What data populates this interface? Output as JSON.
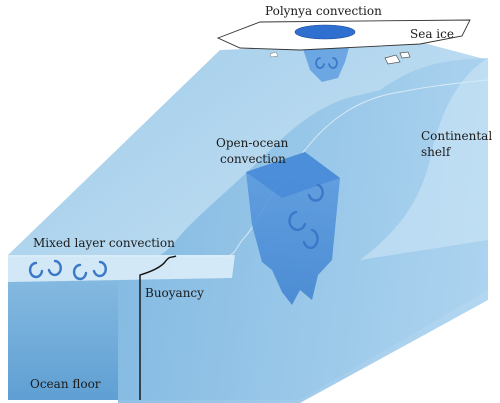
{
  "labels": {
    "polynya": "Polynya convection",
    "sea_ice": "Sea ice",
    "open_ocean_line1": "Open-ocean",
    "open_ocean_line2": "convection",
    "continental_line1": "Continental",
    "continental_line2": "shelf",
    "mixed_layer": "Mixed layer convection",
    "buoyancy": "Buoyancy",
    "ocean_floor": "Ocean floor"
  },
  "colors": {
    "water_top": "#b9daf0",
    "water_side": "#6faad8",
    "plume": "#4f8fd6",
    "eddy": "#3a78c9",
    "ice": "#ffffff",
    "outline": "#222222"
  }
}
